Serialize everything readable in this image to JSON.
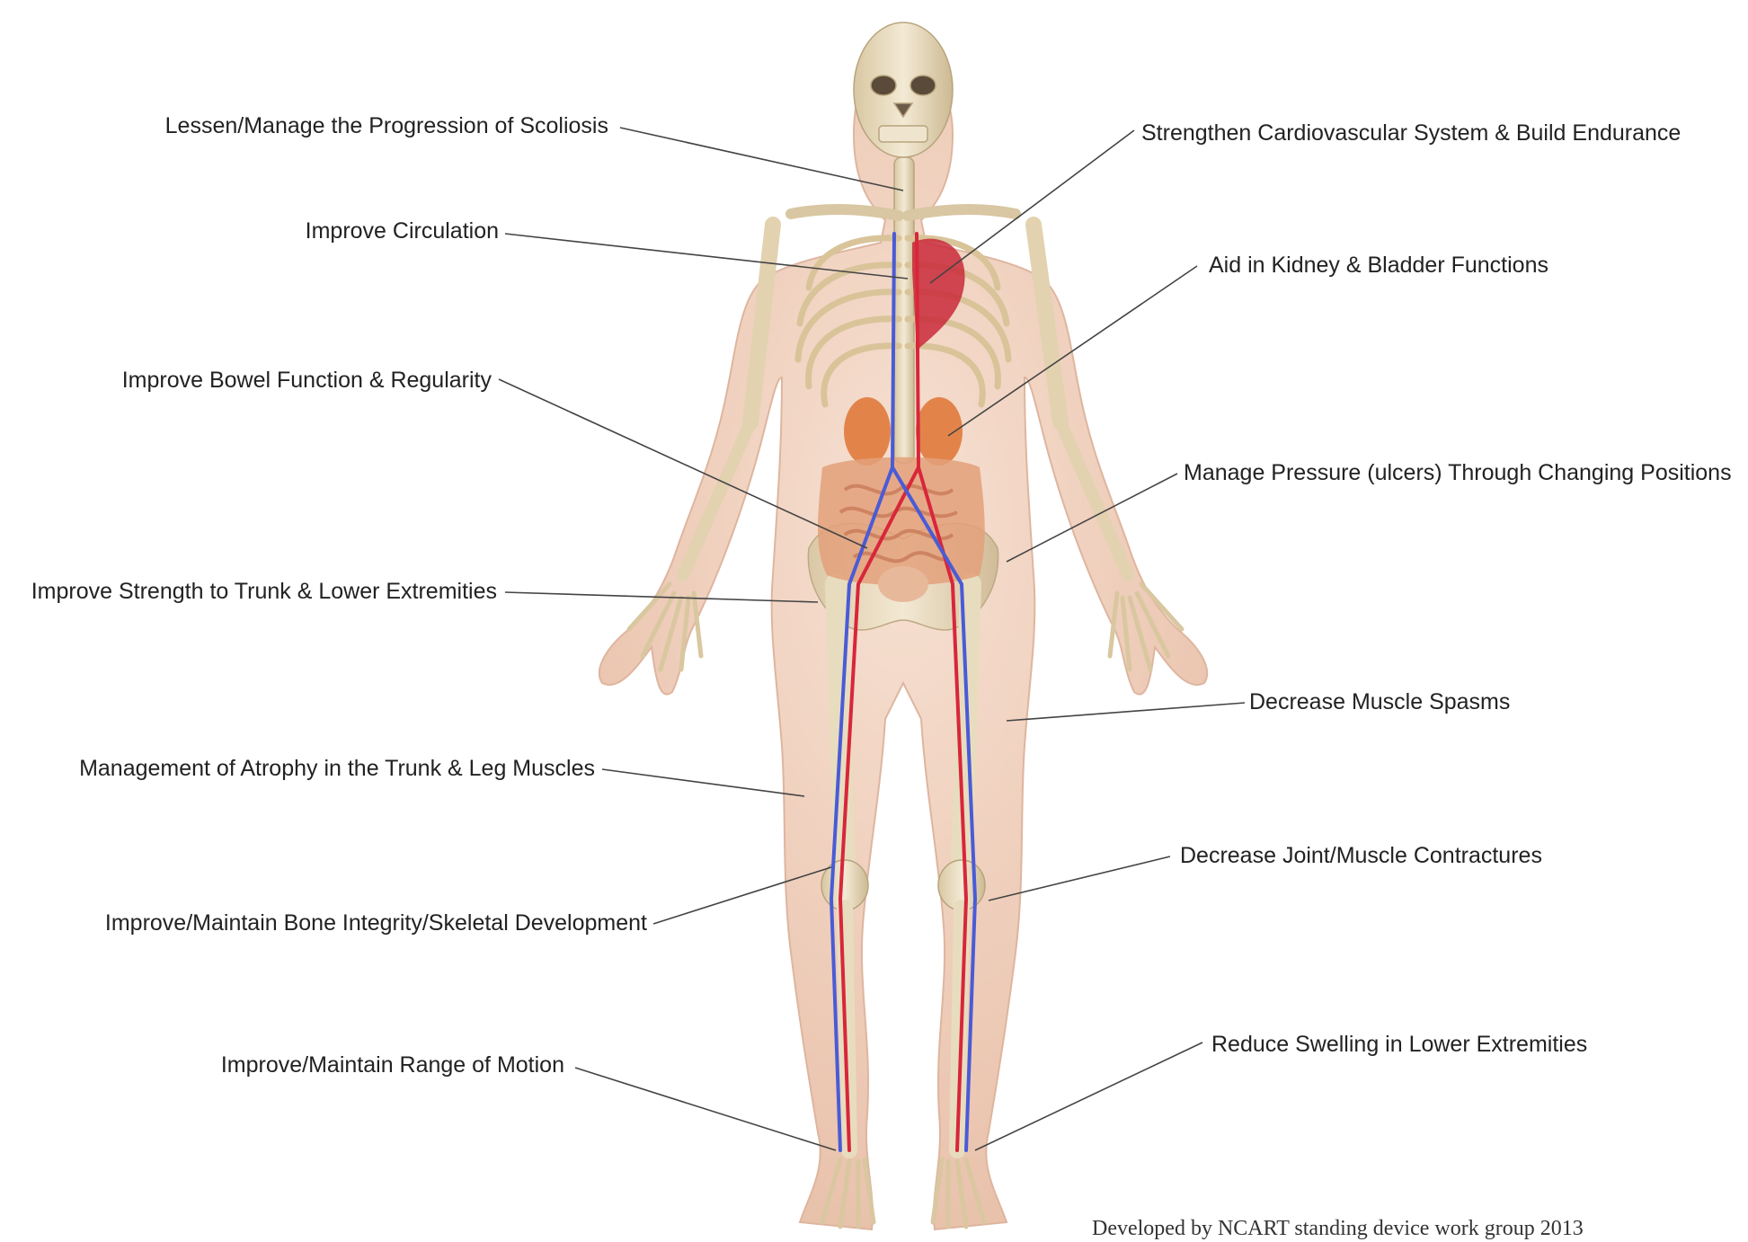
{
  "title": "",
  "labels": {
    "scoliosis": "Lessen/Manage the Progression of Scoliosis",
    "cardio": "Strengthen Cardiovascular System & Build Endurance",
    "circulation": "Improve Circulation",
    "kidney": "Aid in Kidney & Bladder Functions",
    "bowel": "Improve Bowel Function & Regularity",
    "pressure": "Manage Pressure (ulcers) Through Changing Positions",
    "strength": "Improve Strength to Trunk & Lower Extremities",
    "spasms": "Decrease Muscle Spasms",
    "atrophy": "Management of Atrophy in the Trunk & Leg Muscles",
    "contractures": "Decrease Joint/Muscle Contractures",
    "bone": "Improve/Maintain Bone Integrity/Skeletal Development",
    "rom": "Improve/Maintain Range of Motion",
    "swelling": "Reduce Swelling in Lower Extremities"
  },
  "credit": "Developed by NCART standing device work group 2013",
  "colors": {
    "skin": "#f2d2bd",
    "bone": "#e9dcc0",
    "artery": "#d8263a",
    "vein": "#4a5bd6",
    "intestine": "#e3a07a",
    "kidney": "#e07a3c",
    "leader": "#444444"
  }
}
